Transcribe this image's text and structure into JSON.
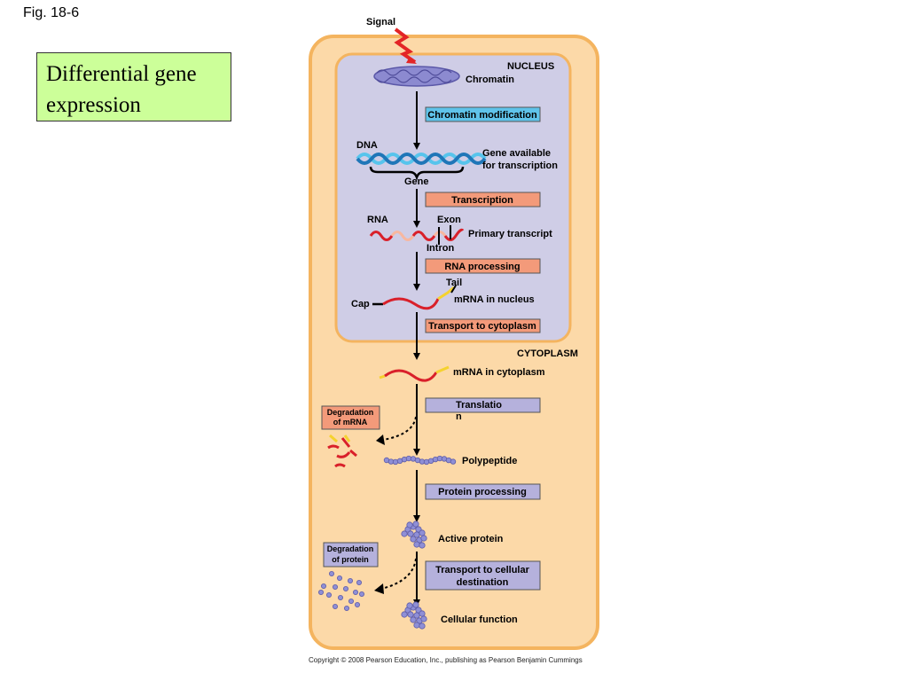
{
  "slide": {
    "fig_label": "Fig. 18-6",
    "title_line1": "Differential gene",
    "title_line2": "expression"
  },
  "diagram": {
    "signal": "Signal",
    "nucleus": "NUCLEUS",
    "chromatin": "Chromatin",
    "chromatin_modification": "Chromatin modification",
    "dna": "DNA",
    "gene_available_1": "Gene available",
    "gene_available_2": "for transcription",
    "gene": "Gene",
    "transcription": "Transcription",
    "rna": "RNA",
    "exon": "Exon",
    "primary_transcript": "Primary transcript",
    "intron": "Intron",
    "rna_processing": "RNA processing",
    "tail": "Tail",
    "mrna_in_nucleus": "mRNA in nucleus",
    "cap": "Cap",
    "transport_to_cytoplasm": "Transport to cytoplasm",
    "cytoplasm": "CYTOPLASM",
    "mrna_in_cytoplasm": "mRNA in cytoplasm",
    "translation_1": "Translatio",
    "translation_2": "n",
    "degradation_mrna_1": "Degradation",
    "degradation_mrna_2": "of mRNA",
    "polypeptide": "Polypeptide",
    "protein_processing": "Protein processing",
    "active_protein": "Active protein",
    "degradation_protein_1": "Degradation",
    "degradation_protein_2": "of protein",
    "transport_cellular_1": "Transport to cellular",
    "transport_cellular_2": "destination",
    "cellular_function": "Cellular function",
    "copyright": "Copyright © 2008 Pearson Education, Inc., publishing as Pearson Benjamin Cummings"
  },
  "colors": {
    "cell_fill": "#fcd9a8",
    "cell_border": "#f4b45f",
    "nucleus_fill": "#cfcde6",
    "step_blue": "#5fc3ea",
    "step_salmon": "#f39a7a",
    "step_purple": "#b5b1dc",
    "mrna_red": "#d9202a",
    "tail_yellow": "#f5d22e",
    "protein_purple": "#8f8fd6"
  }
}
